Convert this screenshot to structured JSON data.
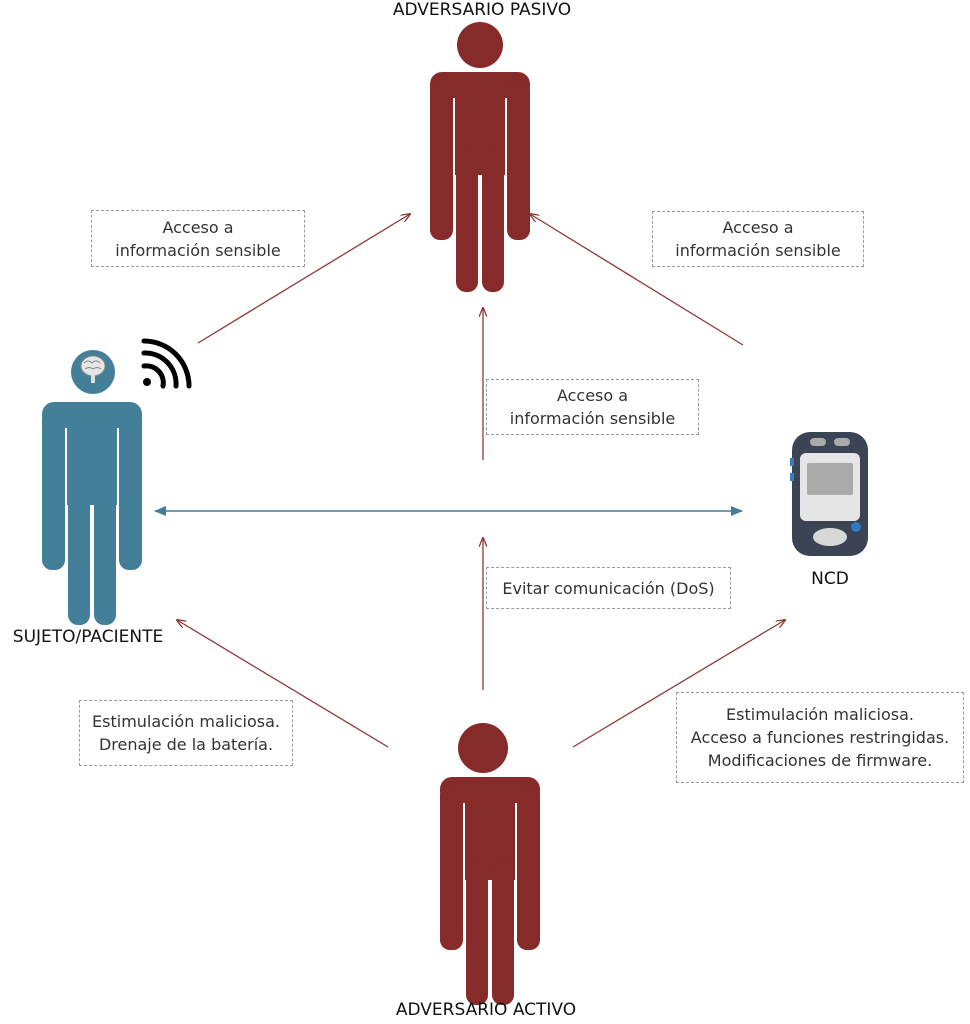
{
  "actors": {
    "passive": "ADVERSARIO PASIVO",
    "active": "ADVERSARIO ACTIVO",
    "patient": "SUJETO/PACIENTE",
    "device": "NCD"
  },
  "boxes": {
    "patient_to_passive": [
      "Acceso a",
      "información sensible"
    ],
    "device_to_passive": [
      "Acceso a",
      "información sensible"
    ],
    "link_to_passive": [
      "Acceso a",
      "información sensible"
    ],
    "active_to_link": [
      "Evitar comunicación (DoS)"
    ],
    "active_to_patient": [
      "Estimulación maliciosa.",
      "Drenaje de la batería."
    ],
    "active_to_device": [
      "Estimulación maliciosa.",
      "Acceso a funciones restringidas.",
      "Modificaciones de firmware."
    ]
  },
  "colors": {
    "adversary": "#862b29",
    "patient": "#437f99",
    "arrow": "#8b3a35",
    "link": "#3f7f9a"
  }
}
